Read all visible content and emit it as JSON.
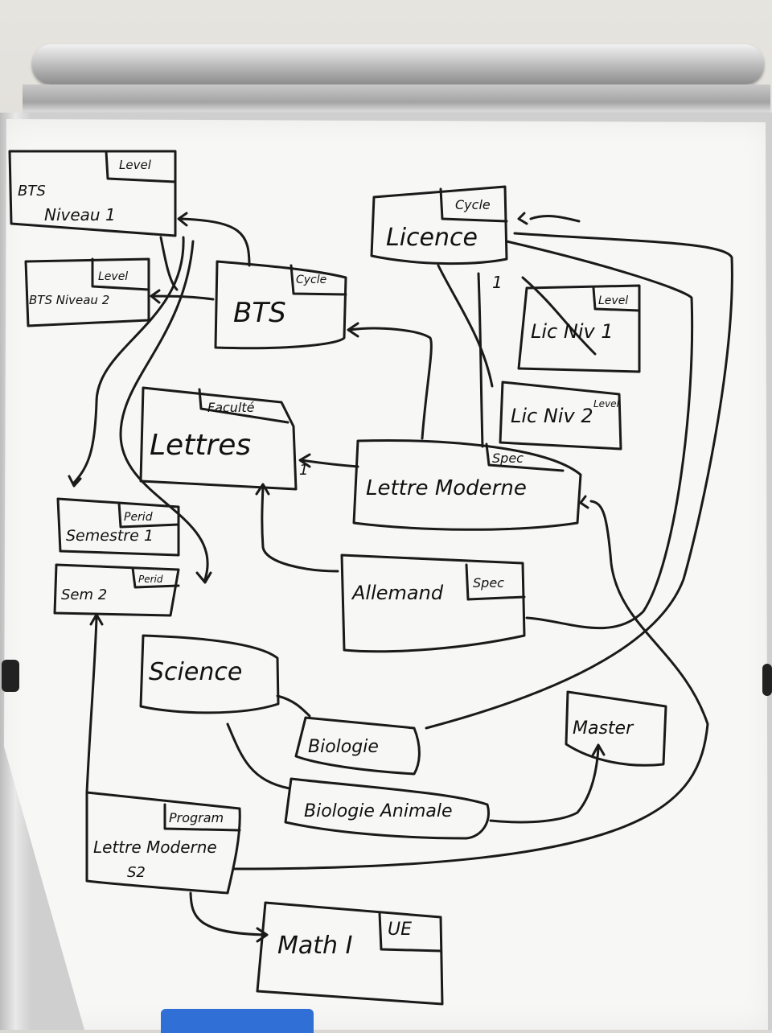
{
  "nodes": {
    "bts_niveau1": {
      "tag": "Level",
      "line1": "BTS",
      "line2": "Niveau 1"
    },
    "bts_niveau2": {
      "tag": "Level",
      "label": "BTS Niveau 2"
    },
    "bts": {
      "tag": "Cycle",
      "label": "BTS"
    },
    "licence": {
      "tag": "Cycle",
      "label": "Licence"
    },
    "lic_niv1": {
      "tag": "Level",
      "label": "Lic Niv 1"
    },
    "lic_niv2": {
      "tag": "Level",
      "label": "Lic Niv 2"
    },
    "lettres": {
      "tag": "Faculté",
      "label": "Lettres"
    },
    "lettre_moderne": {
      "tag": "Spec",
      "label": "Lettre Moderne"
    },
    "allemand": {
      "tag": "Spec",
      "label": "Allemand"
    },
    "semestre1": {
      "tag": "Perid",
      "label": "Semestre 1"
    },
    "sem2": {
      "tag": "Perid",
      "label": "Sem 2"
    },
    "science": {
      "label": "Science"
    },
    "biologie": {
      "label": "Biologie"
    },
    "biologie_animale": {
      "label": "Biologie Animale"
    },
    "master": {
      "label": "Master"
    },
    "program_lm": {
      "tag": "Program",
      "line1": "Lettre Moderne",
      "line2": "S2"
    },
    "math1": {
      "tag": "UE",
      "label": "Math I"
    }
  },
  "multiplicities": {
    "licence_one": "1",
    "lettres_one": "1"
  }
}
